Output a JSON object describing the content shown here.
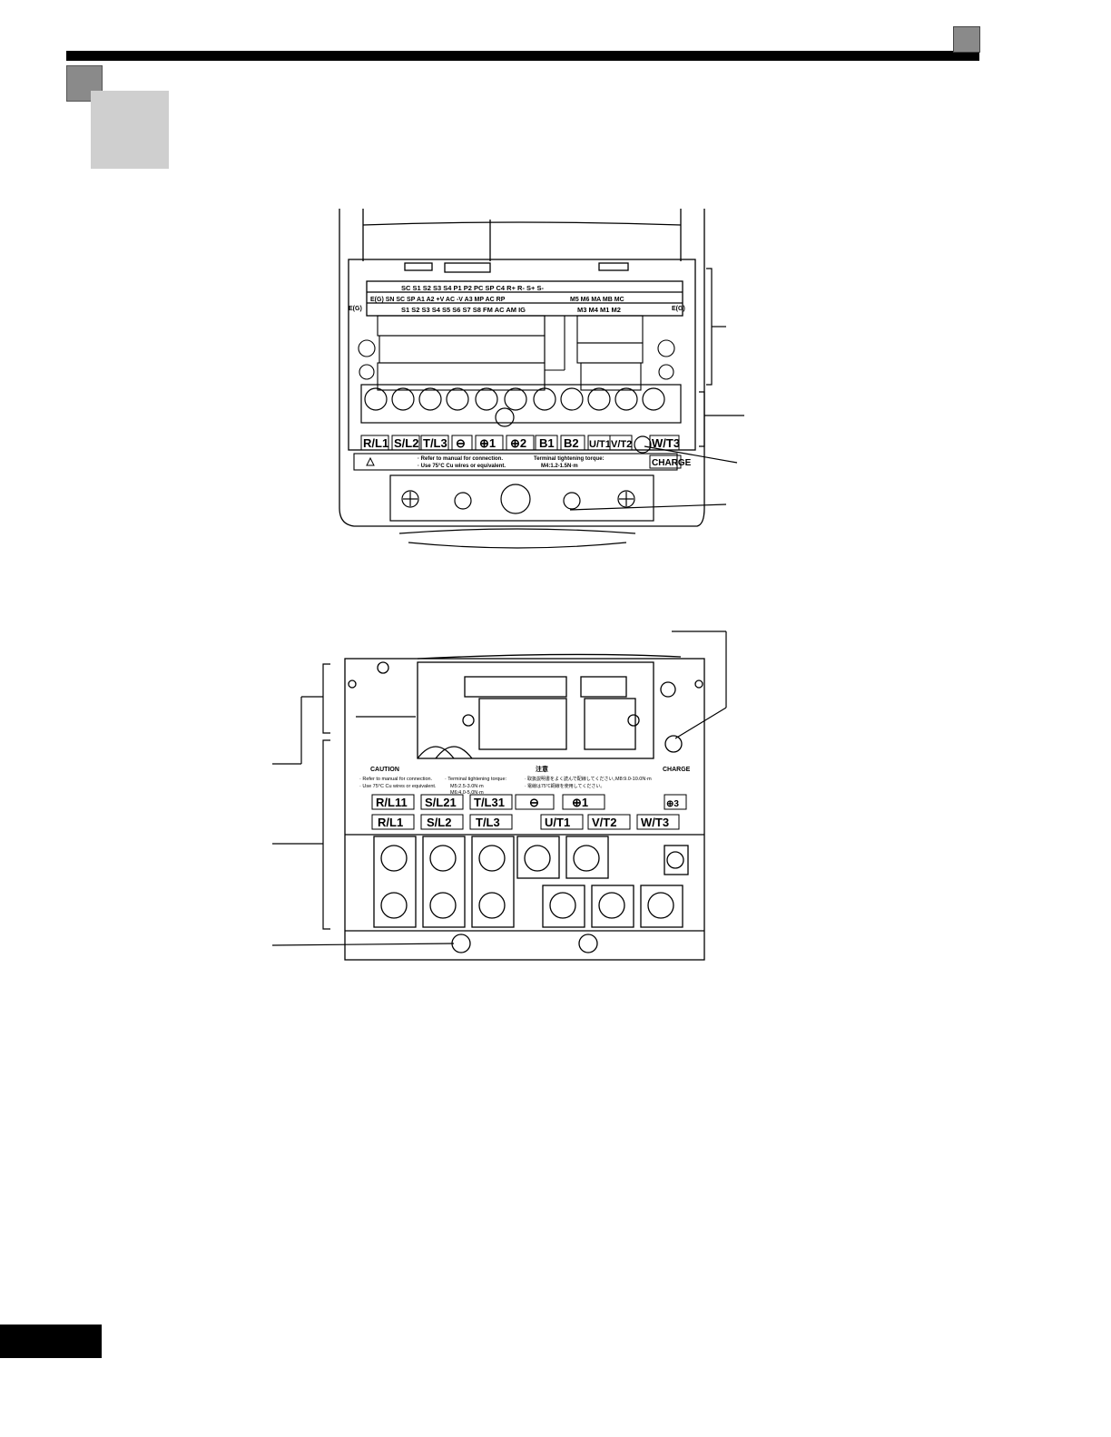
{
  "page": {
    "header_color": "#000000",
    "accent_gray": "#8a8a8a",
    "light_gray": "#cfcfcf"
  },
  "figure1": {
    "control_row1": "SC S1 S2 S3 S4 P1 P2 PC SP C4 R+ R- S+ S-",
    "control_row2": "E(G) SN SC SP A1 A2 +V AC -V A3 MP AC RP",
    "control_row3": "S1 S2 S3 S4 S5 S6 S7 S8 FM AC AM IG",
    "relay_row1": "M5 M6 MA MB MC",
    "relay_row2": "M3 M4 M1 M2",
    "eg_left": "E(G)",
    "eg_right": "E(G)",
    "main_terminals": [
      "R/L1",
      "S/L2",
      "T/L3",
      "⊖",
      "⊕1",
      "⊕2",
      "B1",
      "B2",
      "U/T1",
      "V/T2",
      "W/T3"
    ],
    "caution_line1": "· Refer to manual for connection.",
    "caution_line2": "· Use 75°C Cu wires or equivalent.",
    "torque_line1": "Terminal tightening torque:",
    "torque_line2": "M4:1.2-1.5N·m",
    "charge_label": "CHARGE"
  },
  "figure2": {
    "caution_title": "CAUTION",
    "caution_line1": "· Refer to manual for connection.",
    "caution_line2": "· Use 75°C Cu wires or equivalent.",
    "torque_title": "· Terminal tightening torque:",
    "torque_line1": "M5:2.5-3.0N·m",
    "torque_line2": "M6:4.0-5.0N·m",
    "torque_line3": "M8:9.0-10.0N·m",
    "jp_title": "注意",
    "jp_line1": "· 取扱説明書をよく読んで配線してください。",
    "jp_line2": "· 電線は75℃銅線を使用してください。",
    "charge_label": "CHARGE",
    "top_terminals": [
      "R/L11",
      "S/L21",
      "T/L31",
      "⊖",
      "⊕1",
      "⊕3"
    ],
    "bottom_terminals": [
      "R/L1",
      "S/L2",
      "T/L3",
      "U/T1",
      "V/T2",
      "W/T3"
    ]
  }
}
